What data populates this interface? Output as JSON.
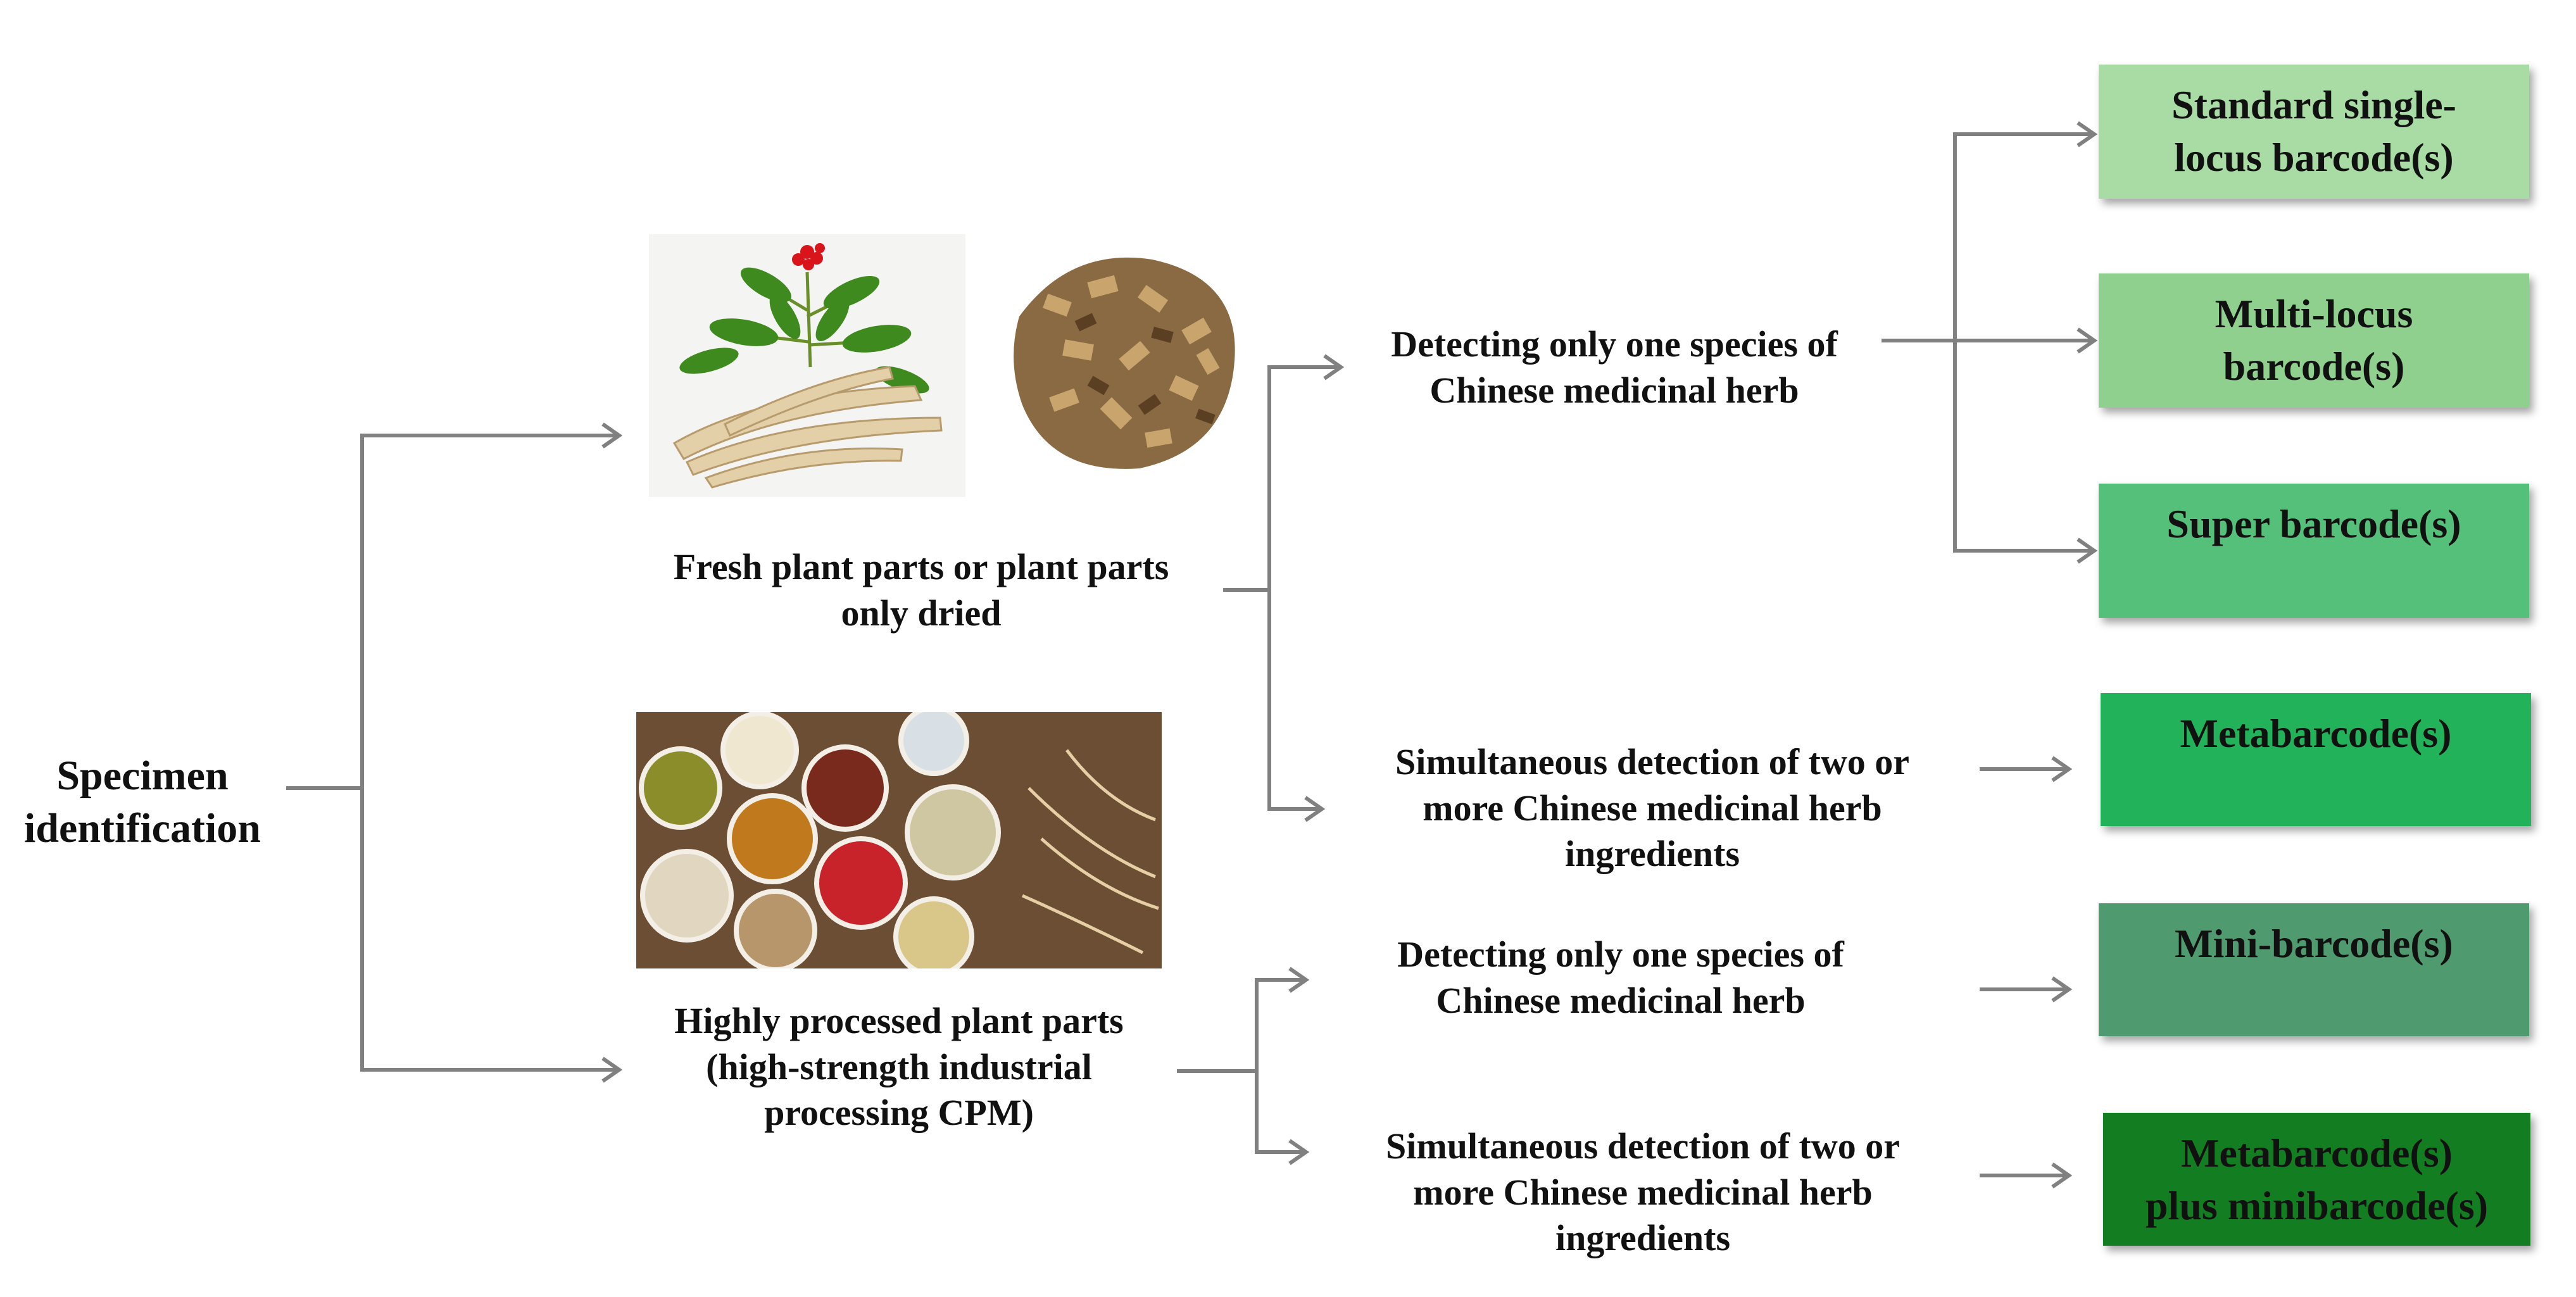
{
  "root": {
    "label": "Specimen\nidentification"
  },
  "branches": {
    "fresh": {
      "label": "Fresh plant parts or plant parts\nonly dried"
    },
    "processed": {
      "label": "Highly processed plant parts\n(high-strength industrial\nprocessing CPM)"
    }
  },
  "detections": {
    "fresh_single": "Detecting only one species of\nChinese medicinal herb",
    "fresh_multi": "Simultaneous detection of two or\nmore Chinese medicinal herb\ningredients",
    "processed_single": "Detecting only one species of\nChinese medicinal herb",
    "processed_multi": "Simultaneous detection of two or\nmore Chinese medicinal herb\ningredients"
  },
  "barcodes": [
    {
      "label": "Standard single-\nlocus barcode(s)",
      "color": "#a9dca5"
    },
    {
      "label": "Multi-locus\nbarcode(s)",
      "color": "#8fd08f"
    },
    {
      "label": "Super barcode(s)",
      "color": "#55c07a"
    },
    {
      "label": "Metabarcode(s)",
      "color": "#22b25a"
    },
    {
      "label": "Mini-barcode(s)",
      "color": "#4f9a6e"
    },
    {
      "label": "Metabarcode(s)\nplus minibarcode(s)",
      "color": "#127d21"
    }
  ],
  "colors": {
    "connector": "#808080"
  },
  "images": [
    "ginseng-plant",
    "dried-root-slices",
    "herb-bowls"
  ]
}
